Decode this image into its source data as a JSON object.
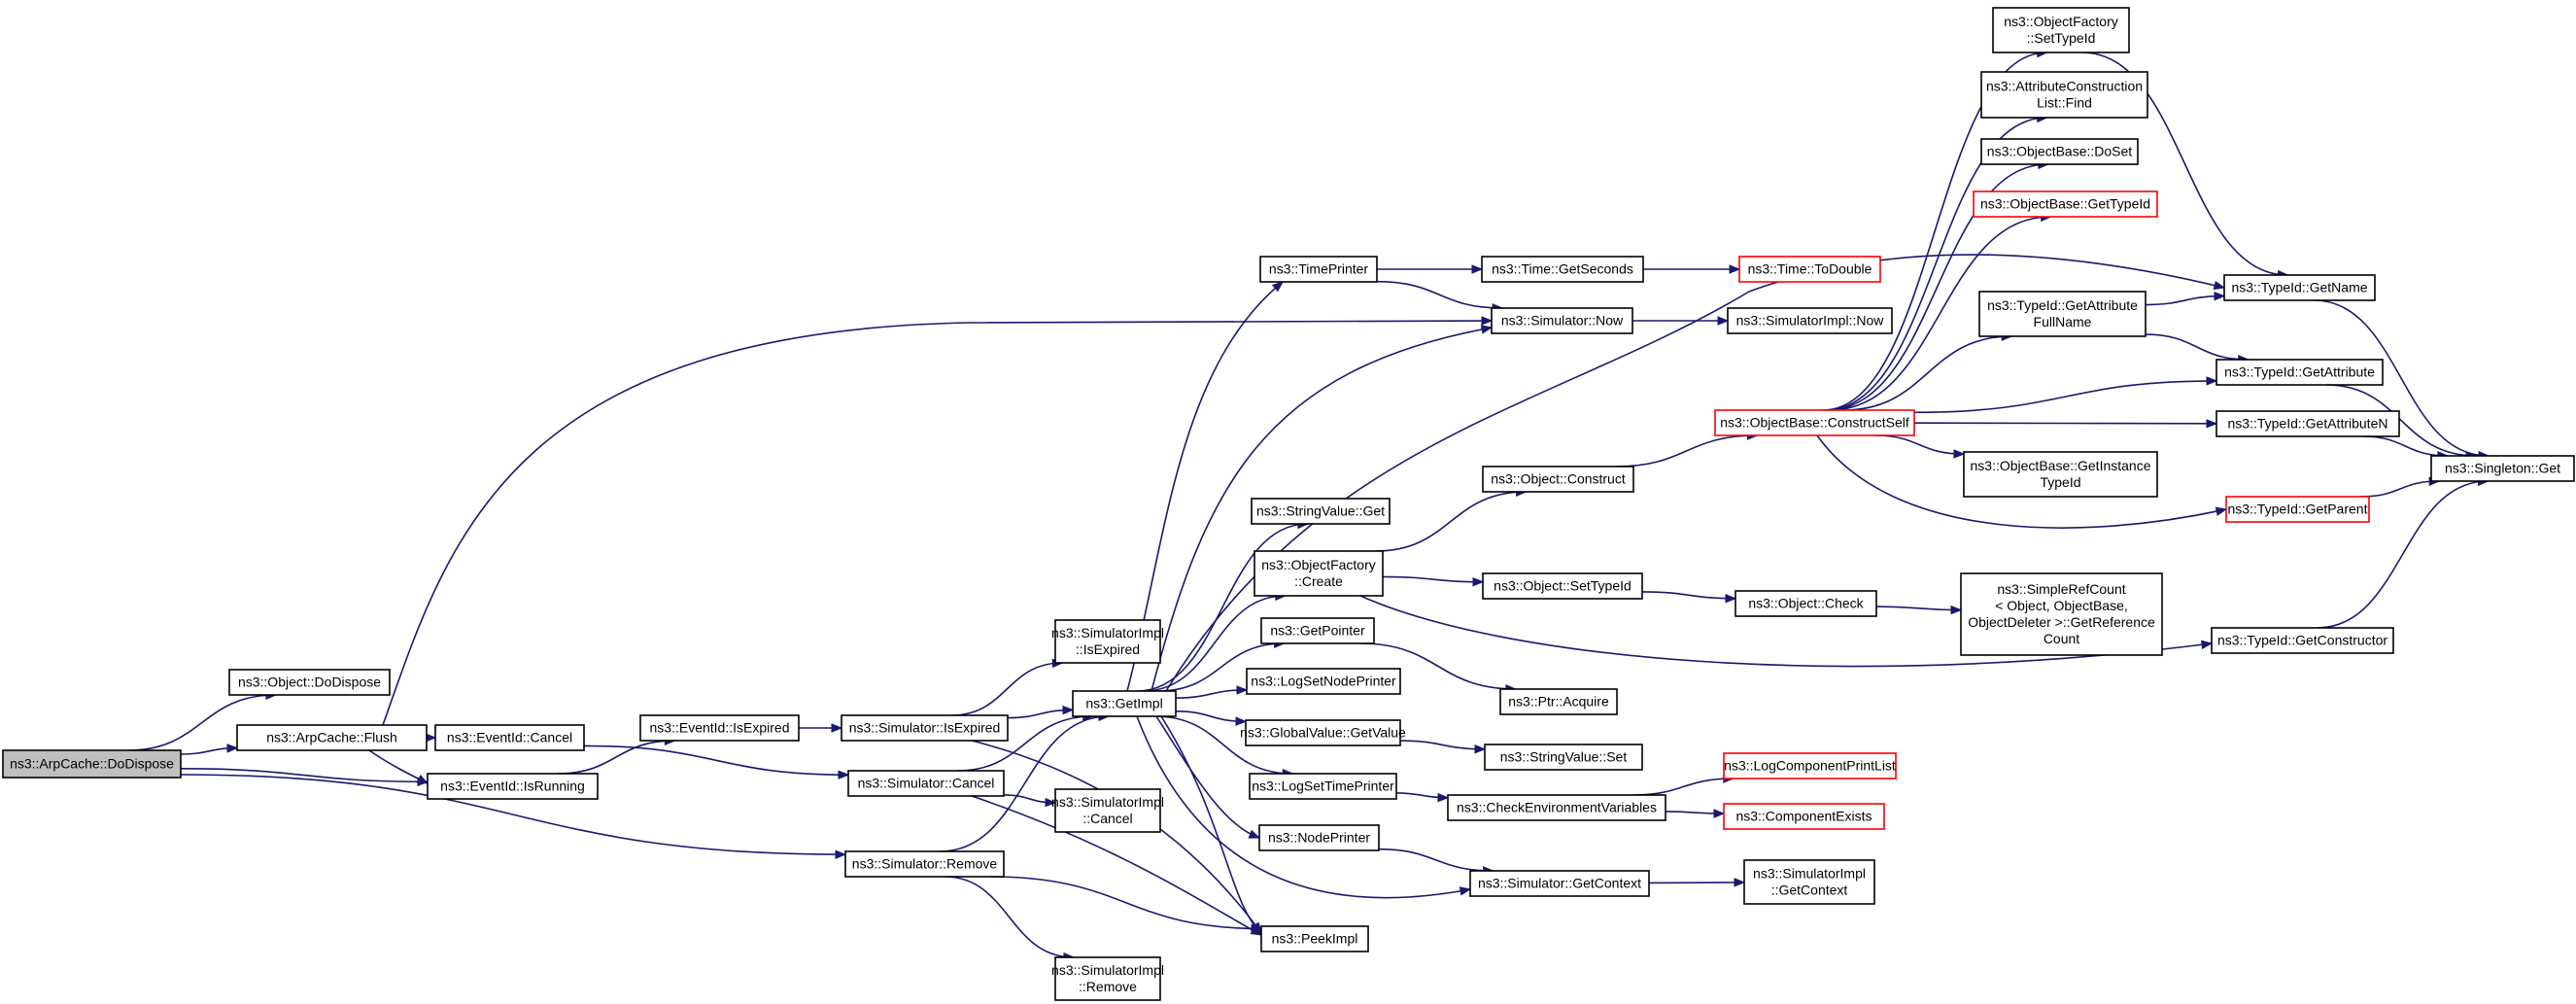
{
  "diagram": {
    "title": "",
    "nodes": [
      {
        "id": "n0",
        "lines": [
          "ns3::ArpCache::DoDispose"
        ],
        "style": "root"
      },
      {
        "id": "n1",
        "lines": [
          "ns3::Object::DoDispose"
        ],
        "style": "normal"
      },
      {
        "id": "n2",
        "lines": [
          "ns3::ArpCache::Flush"
        ],
        "style": "normal"
      },
      {
        "id": "n3",
        "lines": [
          "ns3::EventId::IsRunning"
        ],
        "style": "normal"
      },
      {
        "id": "n4",
        "lines": [
          "ns3::Simulator::Remove"
        ],
        "style": "normal"
      },
      {
        "id": "n5",
        "lines": [
          "ns3::EventId::Cancel"
        ],
        "style": "normal"
      },
      {
        "id": "n6",
        "lines": [
          "ns3::Simulator::Cancel"
        ],
        "style": "normal"
      },
      {
        "id": "n7",
        "lines": [
          "ns3::EventId::IsExpired"
        ],
        "style": "normal"
      },
      {
        "id": "n8",
        "lines": [
          "ns3::Simulator::IsExpired"
        ],
        "style": "normal"
      },
      {
        "id": "n9",
        "lines": [
          "ns3::SimulatorImpl",
          "::IsExpired"
        ],
        "style": "normal"
      },
      {
        "id": "n10",
        "lines": [
          "ns3::SimulatorImpl",
          "::Cancel"
        ],
        "style": "normal"
      },
      {
        "id": "n11",
        "lines": [
          "ns3::SimulatorImpl",
          "::Remove"
        ],
        "style": "normal"
      },
      {
        "id": "n12",
        "lines": [
          "ns3::GetImpl"
        ],
        "style": "normal"
      },
      {
        "id": "n13",
        "lines": [
          "ns3::PeekImpl"
        ],
        "style": "normal"
      },
      {
        "id": "n14",
        "lines": [
          "ns3::TimePrinter"
        ],
        "style": "normal"
      },
      {
        "id": "n15",
        "lines": [
          "ns3::StringValue::Get"
        ],
        "style": "normal"
      },
      {
        "id": "n16",
        "lines": [
          "ns3::ObjectFactory",
          "::Create"
        ],
        "style": "normal"
      },
      {
        "id": "n17",
        "lines": [
          "ns3::GetPointer"
        ],
        "style": "normal"
      },
      {
        "id": "n18",
        "lines": [
          "ns3::LogSetNodePrinter"
        ],
        "style": "normal"
      },
      {
        "id": "n19",
        "lines": [
          "ns3::GlobalValue::GetValue"
        ],
        "style": "normal"
      },
      {
        "id": "n20",
        "lines": [
          "ns3::LogSetTimePrinter"
        ],
        "style": "normal"
      },
      {
        "id": "n21",
        "lines": [
          "ns3::NodePrinter"
        ],
        "style": "normal"
      },
      {
        "id": "n22",
        "lines": [
          "ns3::Time::GetSeconds"
        ],
        "style": "normal"
      },
      {
        "id": "n23",
        "lines": [
          "ns3::Simulator::Now"
        ],
        "style": "normal"
      },
      {
        "id": "n24",
        "lines": [
          "ns3::Object::Construct"
        ],
        "style": "normal"
      },
      {
        "id": "n25",
        "lines": [
          "ns3::Object::SetTypeId"
        ],
        "style": "normal"
      },
      {
        "id": "n26",
        "lines": [
          "ns3::Ptr::Acquire"
        ],
        "style": "normal"
      },
      {
        "id": "n27",
        "lines": [
          "ns3::StringValue::Set"
        ],
        "style": "normal"
      },
      {
        "id": "n28",
        "lines": [
          "ns3::CheckEnvironmentVariables"
        ],
        "style": "normal"
      },
      {
        "id": "n29",
        "lines": [
          "ns3::Simulator::GetContext"
        ],
        "style": "normal"
      },
      {
        "id": "n30",
        "lines": [
          "ns3::Time::ToDouble"
        ],
        "style": "red"
      },
      {
        "id": "n31",
        "lines": [
          "ns3::SimulatorImpl::Now"
        ],
        "style": "normal"
      },
      {
        "id": "n32",
        "lines": [
          "ns3::ObjectBase::ConstructSelf"
        ],
        "style": "red"
      },
      {
        "id": "n33",
        "lines": [
          "ns3::Object::Check"
        ],
        "style": "normal"
      },
      {
        "id": "n34",
        "lines": [
          "ns3::LogComponentPrintList"
        ],
        "style": "red"
      },
      {
        "id": "n35",
        "lines": [
          "ns3::ComponentExists"
        ],
        "style": "red"
      },
      {
        "id": "n36",
        "lines": [
          "ns3::SimulatorImpl",
          "::GetContext"
        ],
        "style": "normal"
      },
      {
        "id": "n37",
        "lines": [
          "ns3::ObjectFactory",
          "::SetTypeId"
        ],
        "style": "normal"
      },
      {
        "id": "n38",
        "lines": [
          "ns3::AttributeConstruction",
          "List::Find"
        ],
        "style": "normal"
      },
      {
        "id": "n39",
        "lines": [
          "ns3::ObjectBase::DoSet"
        ],
        "style": "normal"
      },
      {
        "id": "n40",
        "lines": [
          "ns3::ObjectBase::GetTypeId"
        ],
        "style": "red"
      },
      {
        "id": "n41",
        "lines": [
          "ns3::TypeId::GetAttribute",
          "FullName"
        ],
        "style": "normal"
      },
      {
        "id": "n42",
        "lines": [
          "ns3::ObjectBase::GetInstance",
          "TypeId"
        ],
        "style": "normal"
      },
      {
        "id": "n43",
        "lines": [
          "ns3::SimpleRefCount",
          "< Object, ObjectBase,",
          "ObjectDeleter >::GetReference",
          "Count"
        ],
        "style": "normal"
      },
      {
        "id": "n44",
        "lines": [
          "ns3::TypeId::GetName"
        ],
        "style": "normal"
      },
      {
        "id": "n45",
        "lines": [
          "ns3::TypeId::GetAttribute"
        ],
        "style": "normal"
      },
      {
        "id": "n46",
        "lines": [
          "ns3::TypeId::GetAttributeN"
        ],
        "style": "normal"
      },
      {
        "id": "n47",
        "lines": [
          "ns3::TypeId::GetParent"
        ],
        "style": "red"
      },
      {
        "id": "n48",
        "lines": [
          "ns3::TypeId::GetConstructor"
        ],
        "style": "normal"
      },
      {
        "id": "n49",
        "lines": [
          "ns3::Singleton::Get"
        ],
        "style": "normal"
      }
    ],
    "edges": [
      [
        "n0",
        "n1"
      ],
      [
        "n0",
        "n2"
      ],
      [
        "n0",
        "n3"
      ],
      [
        "n0",
        "n4"
      ],
      [
        "n2",
        "n23"
      ],
      [
        "n2",
        "n5"
      ],
      [
        "n2",
        "n3"
      ],
      [
        "n3",
        "n7"
      ],
      [
        "n5",
        "n6"
      ],
      [
        "n7",
        "n8"
      ],
      [
        "n8",
        "n9"
      ],
      [
        "n8",
        "n12"
      ],
      [
        "n8",
        "n13"
      ],
      [
        "n6",
        "n12"
      ],
      [
        "n6",
        "n10"
      ],
      [
        "n6",
        "n13"
      ],
      [
        "n4",
        "n12"
      ],
      [
        "n4",
        "n13"
      ],
      [
        "n4",
        "n11"
      ],
      [
        "n12",
        "n14"
      ],
      [
        "n12",
        "n23"
      ],
      [
        "n12",
        "n44"
      ],
      [
        "n12",
        "n15"
      ],
      [
        "n12",
        "n16"
      ],
      [
        "n12",
        "n17"
      ],
      [
        "n12",
        "n18"
      ],
      [
        "n12",
        "n19"
      ],
      [
        "n12",
        "n20"
      ],
      [
        "n12",
        "n21"
      ],
      [
        "n12",
        "n29"
      ],
      [
        "n12",
        "n13"
      ],
      [
        "n14",
        "n22"
      ],
      [
        "n14",
        "n23"
      ],
      [
        "n22",
        "n30"
      ],
      [
        "n23",
        "n31"
      ],
      [
        "n16",
        "n24"
      ],
      [
        "n16",
        "n25"
      ],
      [
        "n16",
        "n48"
      ],
      [
        "n17",
        "n26"
      ],
      [
        "n19",
        "n27"
      ],
      [
        "n20",
        "n28"
      ],
      [
        "n21",
        "n29"
      ],
      [
        "n28",
        "n34"
      ],
      [
        "n28",
        "n35"
      ],
      [
        "n29",
        "n36"
      ],
      [
        "n24",
        "n32"
      ],
      [
        "n25",
        "n33"
      ],
      [
        "n33",
        "n43"
      ],
      [
        "n32",
        "n37"
      ],
      [
        "n32",
        "n38"
      ],
      [
        "n32",
        "n39"
      ],
      [
        "n32",
        "n40"
      ],
      [
        "n32",
        "n41"
      ],
      [
        "n32",
        "n42"
      ],
      [
        "n32",
        "n45"
      ],
      [
        "n32",
        "n46"
      ],
      [
        "n32",
        "n47"
      ],
      [
        "n37",
        "n44"
      ],
      [
        "n41",
        "n44"
      ],
      [
        "n41",
        "n45"
      ],
      [
        "n44",
        "n49"
      ],
      [
        "n45",
        "n49"
      ],
      [
        "n46",
        "n49"
      ],
      [
        "n47",
        "n49"
      ],
      [
        "n48",
        "n49"
      ]
    ]
  }
}
